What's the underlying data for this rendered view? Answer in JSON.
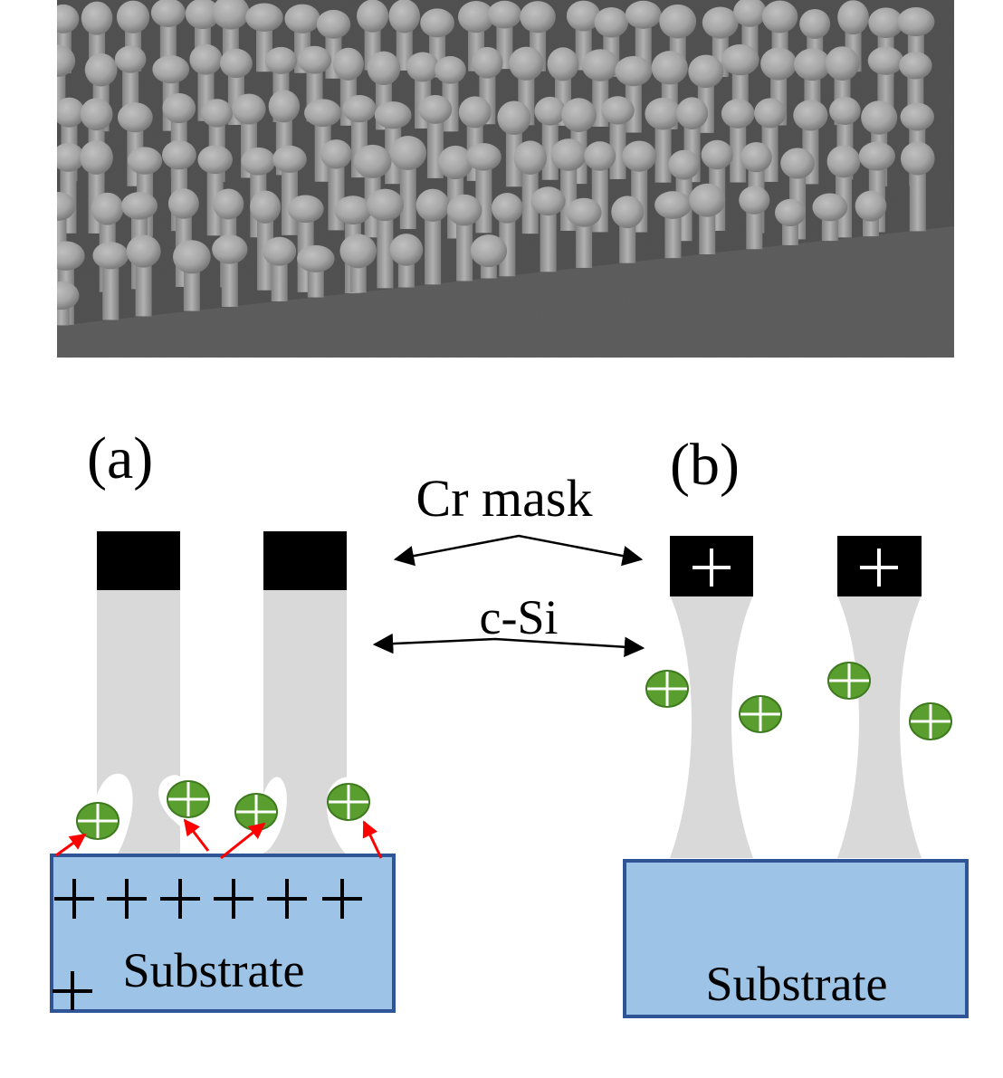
{
  "panel_a": {
    "label": "(a)",
    "substrate_label": "Substrate"
  },
  "panel_b": {
    "label": "(b)",
    "substrate_label": "Substrate"
  },
  "annotations": {
    "mask_label": "Cr mask",
    "silicon_label": "c-Si"
  },
  "colors": {
    "mask": "#000000",
    "pillar": "#d9d9d9",
    "substrate_fill": "#9dc3e6",
    "substrate_border": "#2f5597",
    "ion": "#5a9e2f",
    "ion_edge": "#3d7a1e",
    "arrow_red": "#ff0000"
  },
  "icons": [
    "sem-micrograph",
    "positive-ion-icon",
    "plus-charge-icon",
    "red-arrow-icon"
  ]
}
